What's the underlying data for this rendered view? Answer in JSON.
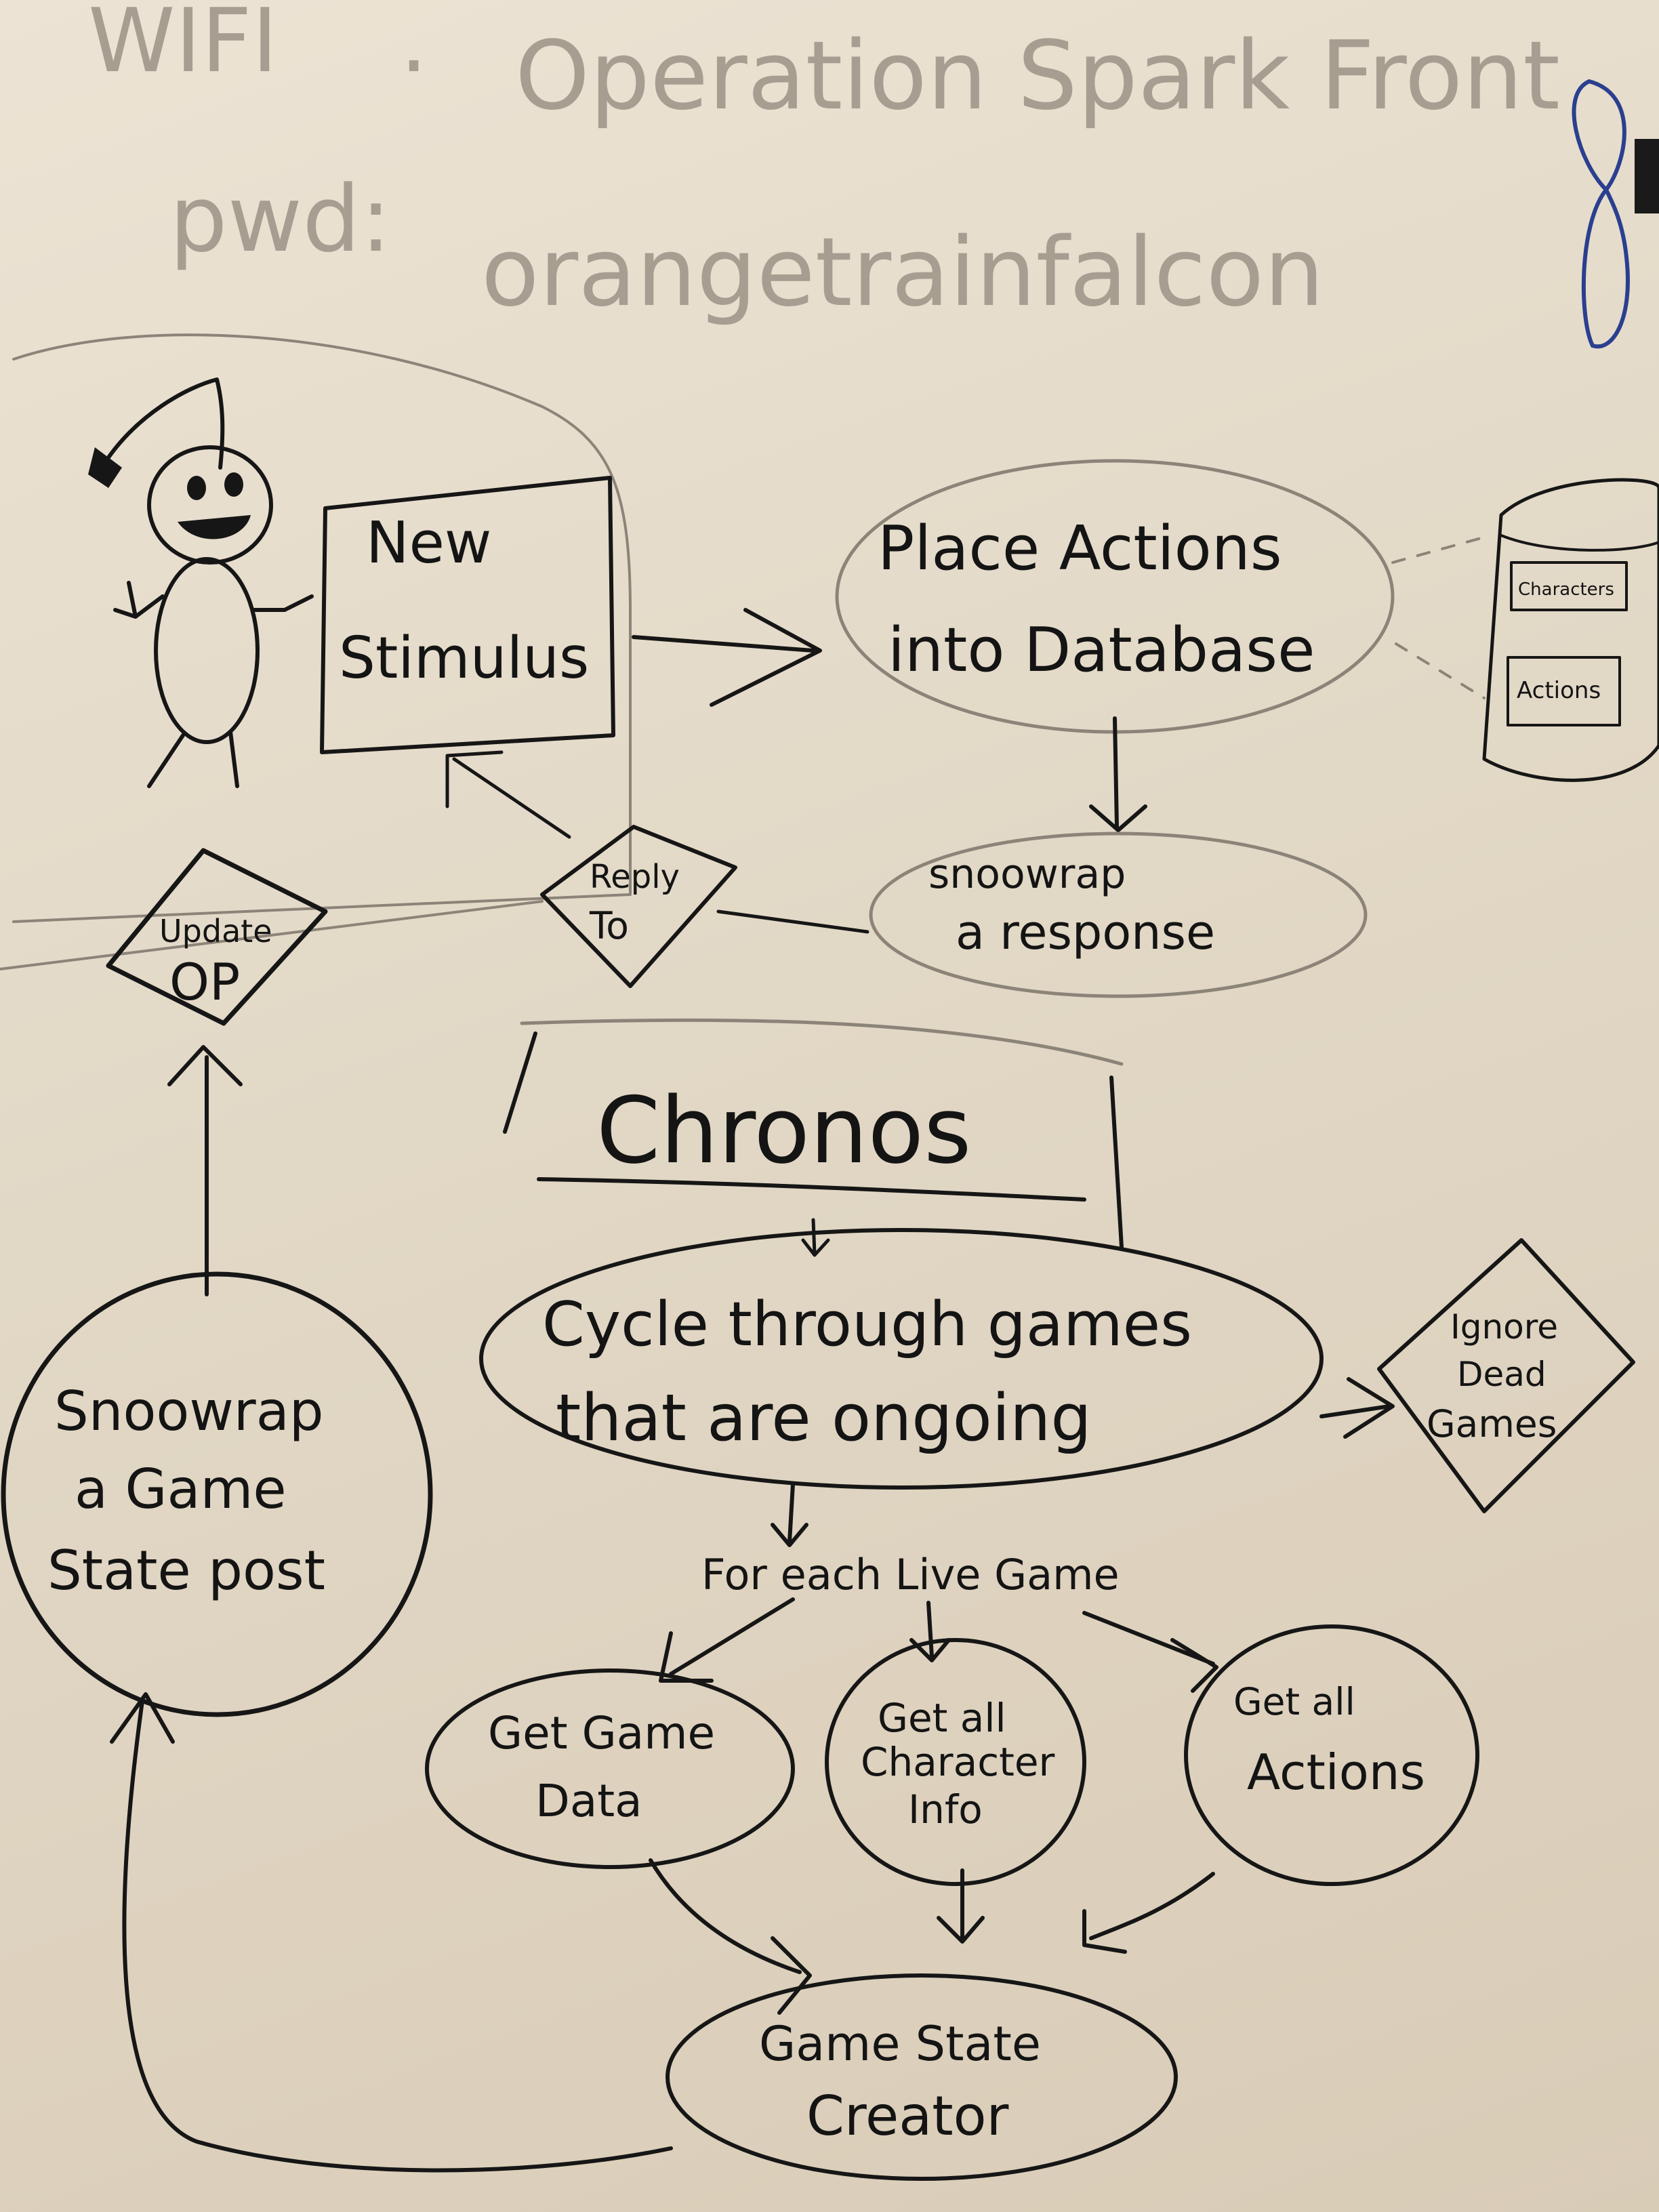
{
  "header": {
    "wifi_label": "WIFI",
    "wifi_sep": ".",
    "network": "Operation Spark Front",
    "pwd_label": "pwd:",
    "password": "orangetrainfalcon"
  },
  "nodes": {
    "new_stimulus": [
      "New",
      "Stimulus"
    ],
    "place_actions": [
      "Place Actions",
      "into Database"
    ],
    "database_tables": [
      "Characters",
      "Actions"
    ],
    "snoowrap_response": [
      "snoowrap",
      "a response"
    ],
    "reply_to": [
      "Reply",
      "To"
    ],
    "update_op": [
      "Update",
      "OP"
    ],
    "chronos": "Chronos",
    "cycle_games": [
      "Cycle through games",
      "that are ongoing"
    ],
    "ignore_dead": [
      "Ignore",
      "Dead",
      "Games"
    ],
    "for_each": "For each Live Game",
    "get_game_data": [
      "Get Game",
      "Data"
    ],
    "get_character_info": [
      "Get all",
      "Character",
      "Info"
    ],
    "get_actions": [
      "Get all",
      "Actions"
    ],
    "snoowrap_game_state": [
      "Snoowrap",
      "a Game",
      "State post"
    ],
    "game_state_creator": [
      "Game State",
      "Creator"
    ]
  },
  "colors": {
    "ink": "#141414",
    "faint_ink": "#a79e92",
    "marker_blue": "#2a3f8f",
    "board": "#e6dccb"
  }
}
